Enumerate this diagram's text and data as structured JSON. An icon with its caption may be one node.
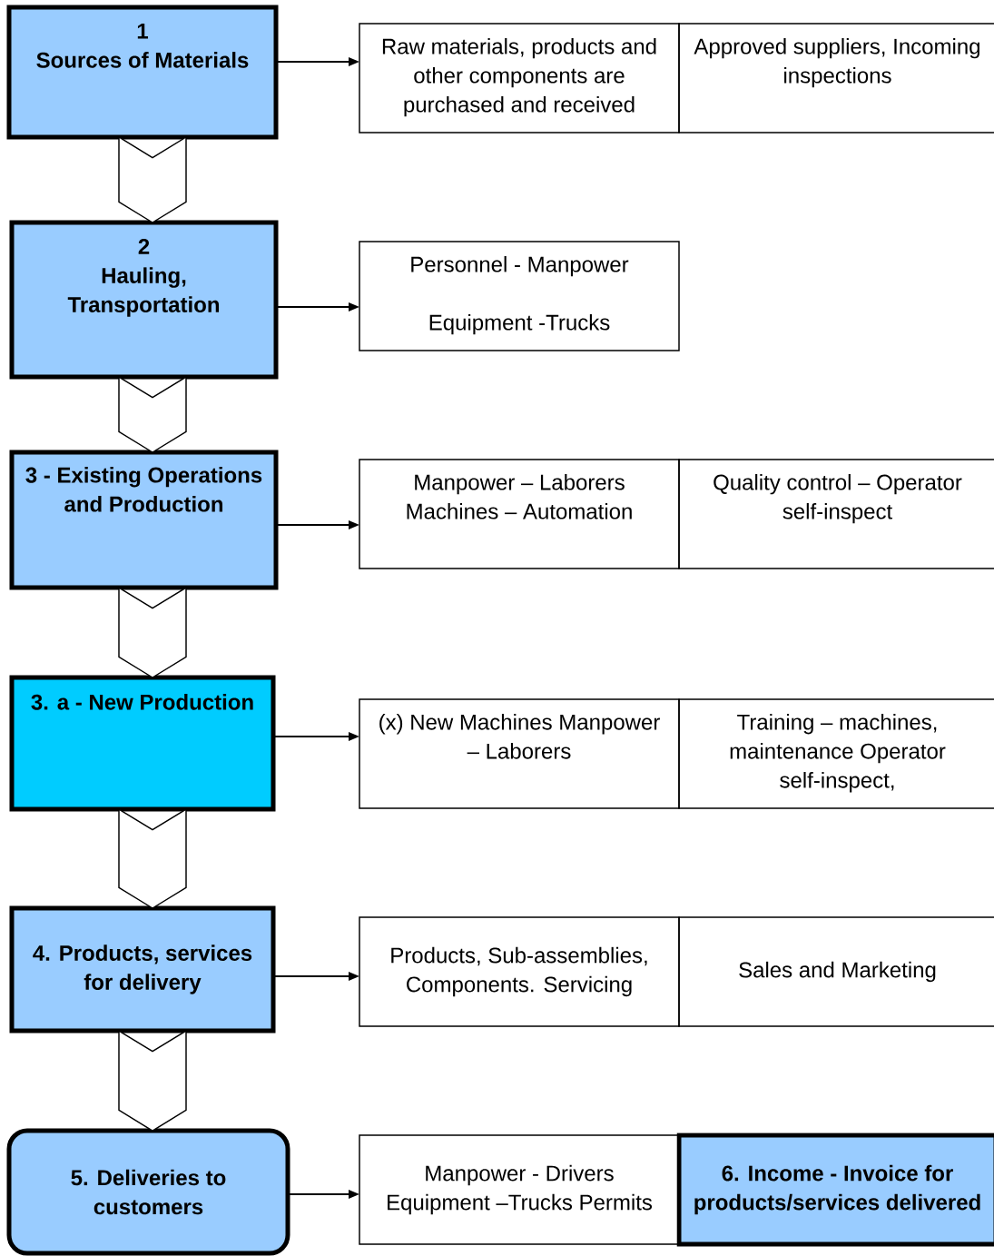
{
  "diagram": {
    "nodes": [
      {
        "text": [
          "1",
          "Sources of Materials"
        ]
      },
      {
        "text": [
          "Raw materials, products and other components are purchased and received"
        ]
      },
      {
        "text": [
          "Approved suppliers, Incoming inspections"
        ]
      },
      {
        "text": [
          "2",
          "Hauling, Transportation"
        ]
      },
      {
        "text": [
          "Personnel - Manpower",
          "Equipment -Trucks"
        ]
      },
      {
        "text": [
          "3 - Existing Operations and Production"
        ]
      },
      {
        "text": [
          "Manpower – Laborers Machines – Automation"
        ]
      },
      {
        "text": [
          "Quality control – Operator self-inspect"
        ]
      },
      {
        "text": [
          "3. a - New Production"
        ]
      },
      {
        "text": [
          "(x) New Machines Manpower – Laborers"
        ]
      },
      {
        "text": [
          "Training – machines, maintenance Operator self-inspect,"
        ]
      },
      {
        "text": [
          "4. Products, services for delivery"
        ]
      },
      {
        "text": [
          "Products, Sub-assemblies, Components. Servicing"
        ]
      },
      {
        "text": [
          "Sales and Marketing"
        ]
      },
      {
        "text": [
          "5. Deliveries to customers"
        ]
      },
      {
        "text": [
          "Manpower - Drivers Equipment –Trucks Permits"
        ]
      },
      {
        "text": [
          "6. Income - Invoice for products/services delivered"
        ]
      }
    ],
    "edges": [
      {
        "from": 0,
        "to": 1,
        "arrow": "to"
      },
      {
        "from": 0,
        "to": 3,
        "arrow": "to"
      },
      {
        "from": 3,
        "to": 4,
        "arrow": "to"
      },
      {
        "from": 3,
        "to": 5,
        "arrow": "to"
      },
      {
        "from": 5,
        "to": 6,
        "arrow": "to"
      },
      {
        "from": 5,
        "to": 8,
        "arrow": "to"
      },
      {
        "from": 8,
        "to": 9,
        "arrow": "to"
      },
      {
        "from": 8,
        "to": 11,
        "arrow": "to"
      },
      {
        "from": 11,
        "to": 12,
        "arrow": "to"
      },
      {
        "from": 11,
        "to": 14,
        "arrow": "to"
      },
      {
        "from": 14,
        "to": 15,
        "arrow": "to"
      }
    ]
  }
}
